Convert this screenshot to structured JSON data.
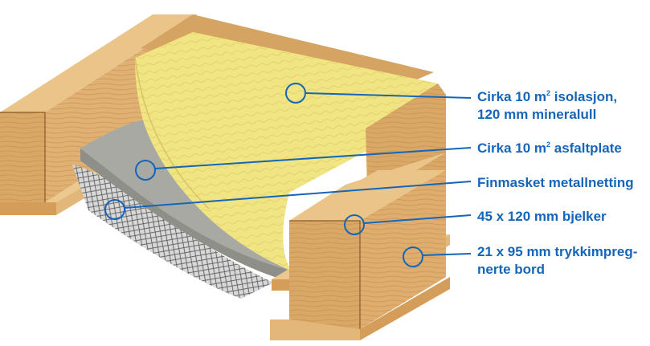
{
  "labels": {
    "insulation": {
      "prefix": "Cirka 10 m",
      "sup": "2",
      "suffix": " isolasjon,",
      "line2": "120 mm mineralull"
    },
    "asphalt": {
      "prefix": "Cirka 10 m",
      "sup": "2",
      "suffix": " asfaltplate"
    },
    "mesh": {
      "text": "Finmasket metallnetting"
    },
    "joists": {
      "text": "45 x 120 mm bjelker"
    },
    "boards": {
      "line1": "21 x 95 mm trykkimpreg-",
      "line2": "nerte bord"
    }
  },
  "colors": {
    "callout": "#1565b8",
    "wood": "#d9a867",
    "wood_dark": "#b9833f",
    "insulation": "#efe27e",
    "asphalt": "#a3a39e",
    "mesh": "#6e6e6e"
  }
}
